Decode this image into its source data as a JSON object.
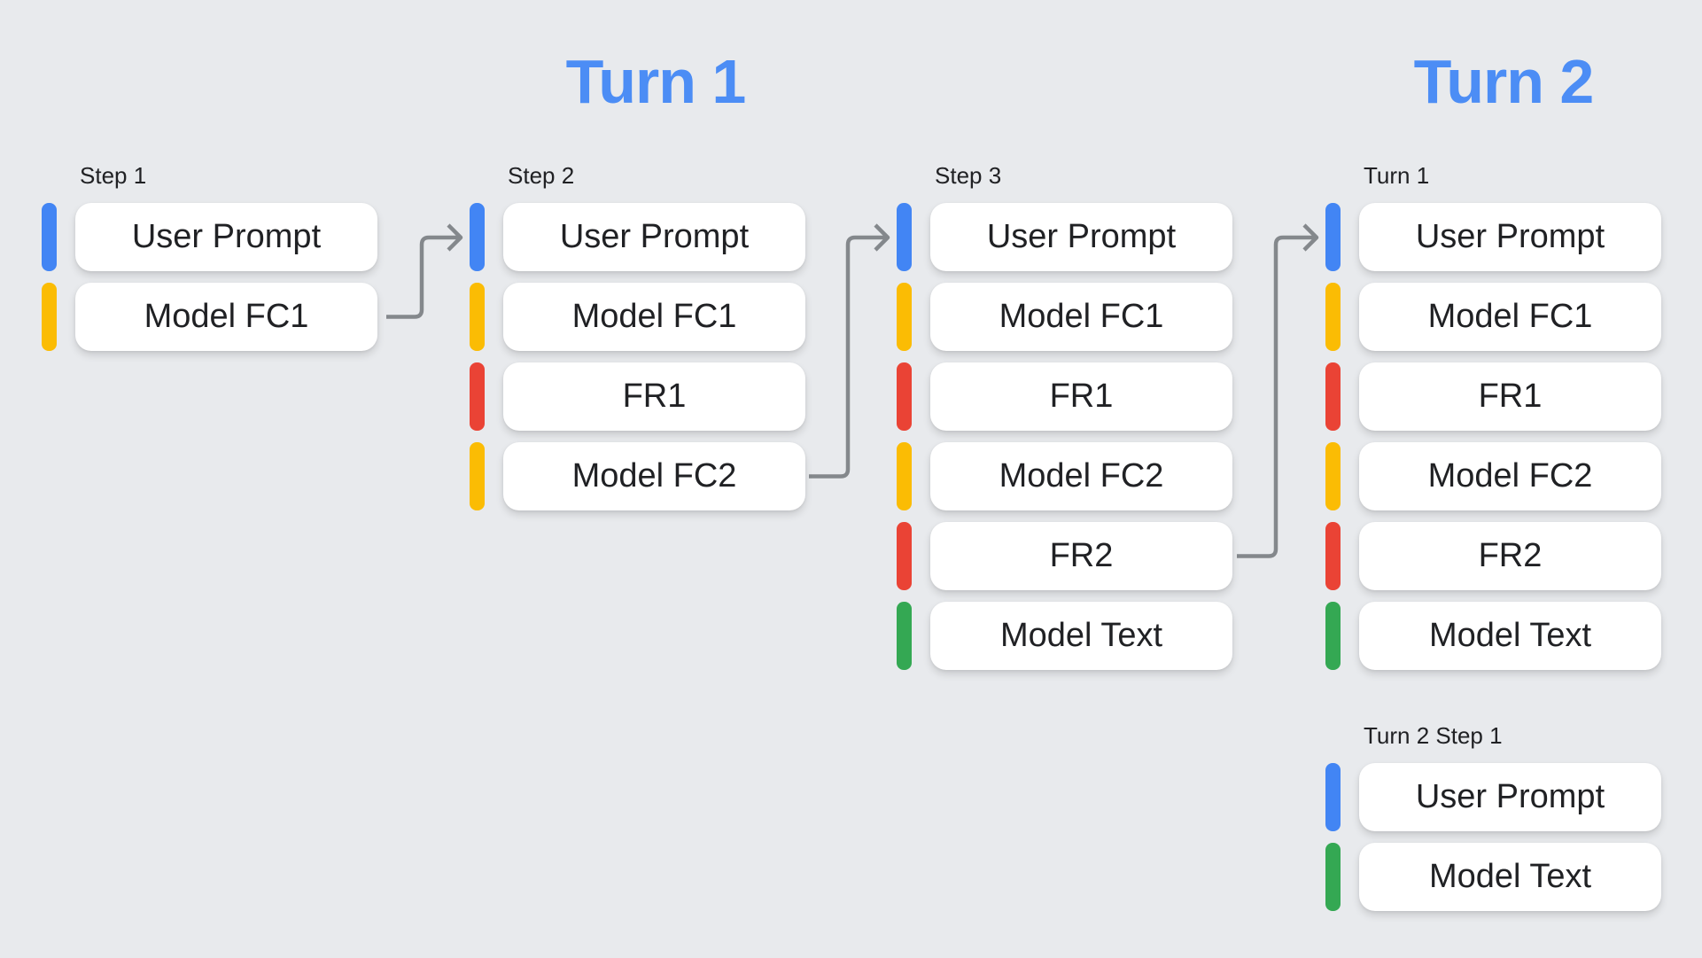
{
  "page": {
    "background": "#E8EAED"
  },
  "headings": {
    "turn1": "Turn 1",
    "turn2": "Turn 2",
    "color": "#4C8DF5"
  },
  "colors": {
    "blue": "#4285F4",
    "yellow": "#FBBC04",
    "red": "#EA4335",
    "green": "#34A853",
    "connector": "#84888C",
    "text": "#202124",
    "box_bg": "#FFFFFF"
  },
  "columns": [
    {
      "label": "Step 1",
      "items": [
        {
          "text": "User Prompt",
          "role": "user"
        },
        {
          "text": "Model FC1",
          "role": "model-function-call"
        }
      ]
    },
    {
      "label": "Step 2",
      "items": [
        {
          "text": "User Prompt",
          "role": "user"
        },
        {
          "text": "Model FC1",
          "role": "model-function-call"
        },
        {
          "text": "FR1",
          "role": "function-response"
        },
        {
          "text": "Model FC2",
          "role": "model-function-call"
        }
      ]
    },
    {
      "label": "Step 3",
      "items": [
        {
          "text": "User Prompt",
          "role": "user"
        },
        {
          "text": "Model FC1",
          "role": "model-function-call"
        },
        {
          "text": "FR1",
          "role": "function-response"
        },
        {
          "text": "Model FC2",
          "role": "model-function-call"
        },
        {
          "text": "FR2",
          "role": "function-response"
        },
        {
          "text": "Model Text",
          "role": "model-text"
        }
      ]
    },
    {
      "label": "Turn 1",
      "items": [
        {
          "text": "User Prompt",
          "role": "user"
        },
        {
          "text": "Model FC1",
          "role": "model-function-call"
        },
        {
          "text": "FR1",
          "role": "function-response"
        },
        {
          "text": "Model FC2",
          "role": "model-function-call"
        },
        {
          "text": "FR2",
          "role": "function-response"
        },
        {
          "text": "Model Text",
          "role": "model-text"
        }
      ]
    },
    {
      "label": "Turn 2 Step 1",
      "items": [
        {
          "text": "User Prompt",
          "role": "user"
        },
        {
          "text": "Model Text",
          "role": "model-text"
        }
      ]
    }
  ],
  "connectors": [
    {
      "from": "Step 1 / Model FC1",
      "to": "Step 2 / User Prompt"
    },
    {
      "from": "Step 2 / Model FC2",
      "to": "Step 3 / User Prompt"
    },
    {
      "from": "Step 3 / FR2",
      "to": "Turn 1 / User Prompt"
    }
  ]
}
